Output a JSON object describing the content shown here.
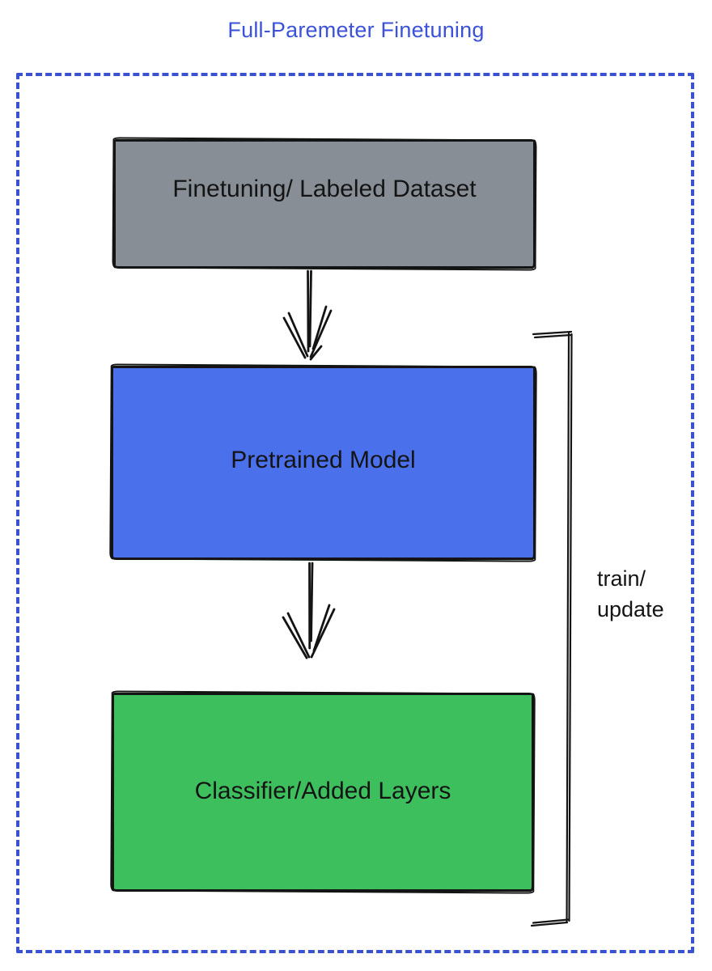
{
  "title": {
    "text": "Full-Paremeter Finetuning",
    "color": "#3b52d9"
  },
  "frame": {
    "border_color": "#3a52cf"
  },
  "boxes": [
    {
      "label": "Finetuning/ Labeled Dataset",
      "fill": "#878e96"
    },
    {
      "label": "Pretrained Model",
      "fill": "#4a70ec"
    },
    {
      "label": "Classifier/Added Layers",
      "fill": "#3ebf5d"
    }
  ],
  "arrows": [
    {
      "name": "dataset-to-pretrained-arrow"
    },
    {
      "name": "pretrained-to-classifier-arrow"
    }
  ],
  "bracket": {
    "label": "train/\nupdate",
    "color": "#141414"
  }
}
